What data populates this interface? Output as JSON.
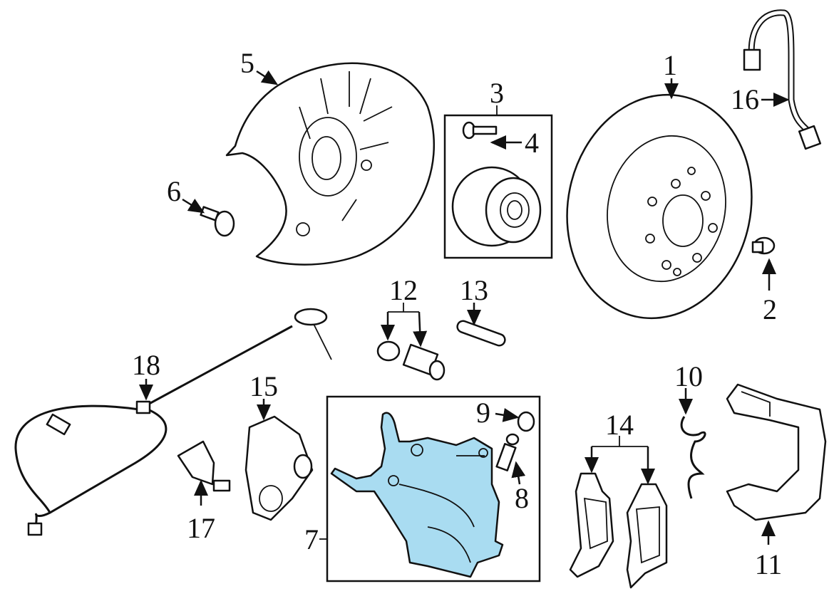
{
  "diagram": {
    "highlight_color": "#a9dcf1",
    "callouts": {
      "c1": "1",
      "c2": "2",
      "c3": "3",
      "c4": "4",
      "c5": "5",
      "c6": "6",
      "c7": "7",
      "c8": "8",
      "c9": "9",
      "c10": "10",
      "c11": "11",
      "c12": "12",
      "c13": "13",
      "c14": "14",
      "c15": "15",
      "c16": "16",
      "c17": "17",
      "c18": "18"
    }
  }
}
